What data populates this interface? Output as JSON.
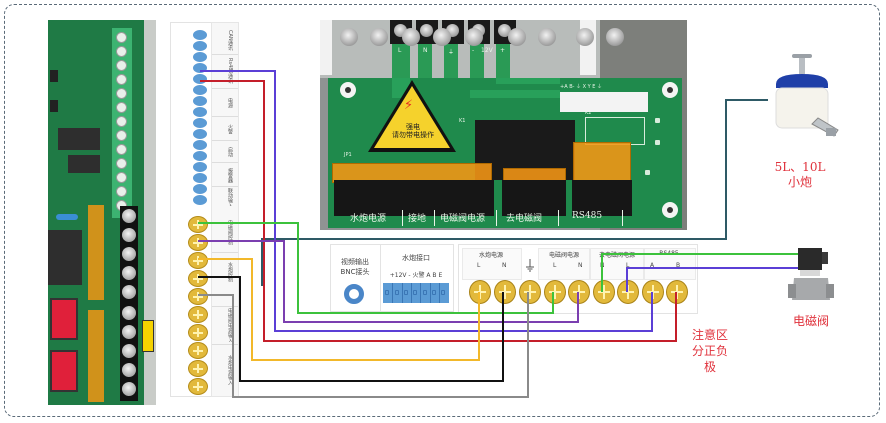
{
  "diagram": {
    "title": "Fire cannon controller wiring diagram",
    "left_board": {
      "description": "Control board terminal photo",
      "terminal_groups": [
        "CAN通讯",
        "RS485",
        "电源",
        "火警",
        "启动",
        "报警器",
        "联动输入"
      ]
    },
    "terminal_strip": {
      "upper_labels": [
        {
          "name": "CAN通讯",
          "pins": "H L"
        },
        {
          "name": "Rs485通讯",
          "pins": "A B"
        },
        {
          "name": "电源",
          "pins": "+24V -"
        },
        {
          "name": "火警",
          "pins": ""
        },
        {
          "name": "启动",
          "pins": ""
        },
        {
          "name": "报警器",
          "pins": ""
        },
        {
          "name": "联动输入",
          "pins": ""
        }
      ],
      "lower_labels": [
        {
          "name": "电磁阀控制",
          "pins": ""
        },
        {
          "name": "水炮控制",
          "pins": ""
        },
        {
          "name": "电磁阀电源输入",
          "pins": "L N"
        },
        {
          "name": "水炮电源输入",
          "pins": "L N"
        }
      ]
    },
    "main_board": {
      "psu_labels": [
        "L",
        "N",
        "⏚",
        "-",
        "12V",
        "+"
      ],
      "warning_title": "强电",
      "warning_text": "请勿带电操作",
      "connector_labels": "+A B- ⏚ X Y E ⏚",
      "ref_k1": "K1",
      "ref_k2": "K2",
      "ref_jp1": "JP1",
      "bottom_labels": [
        "水炮电源",
        "接地",
        "电磁阀电源",
        "去电磁阀",
        "RS485"
      ]
    },
    "bottom_panel": {
      "bnc": {
        "title_line1": "视频输出",
        "title_line2": "BNC接头"
      },
      "cannon_interface": {
        "title": "水炮接口",
        "pins": "+12V - 火警 A B E"
      },
      "sections": [
        {
          "title": "水炮电源",
          "pins": [
            "L",
            "N"
          ]
        },
        {
          "title": "接地",
          "pins": [
            "⏚"
          ]
        },
        {
          "title": "电磁阀电源",
          "pins": [
            "L",
            "N"
          ]
        },
        {
          "title": "去电磁阀电源",
          "pins": [
            "N",
            "L"
          ]
        },
        {
          "title": "RS485",
          "pins": [
            "A",
            "B"
          ]
        }
      ]
    },
    "devices": {
      "cannon_label_line1": "5L、10L",
      "cannon_label_line2": "小炮",
      "valve_label": "电磁阀"
    },
    "note": {
      "line1": "注意区",
      "line2": "分正负",
      "line3": "极"
    },
    "wire_colors": {
      "blue_purple": "#5b3fd6",
      "red": "#c41e2a",
      "green": "#3cc23c",
      "purple": "#7b3fb0",
      "yellow": "#f2b82a",
      "black": "#111111",
      "grey": "#8a8a8a",
      "teal": "#2e5a66"
    }
  }
}
